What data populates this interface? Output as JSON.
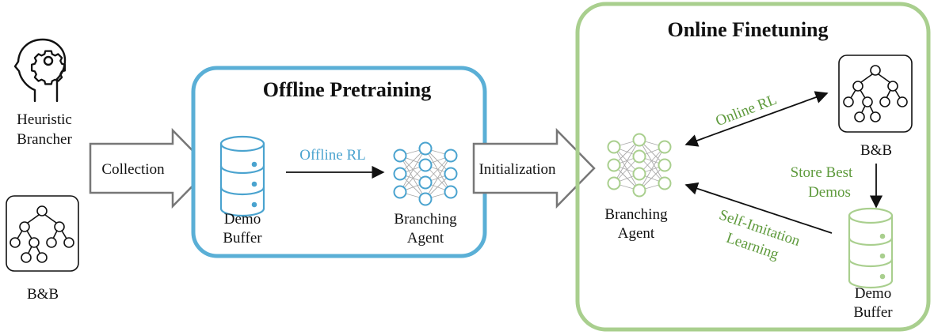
{
  "left": {
    "heuristic_line1": "Heuristic",
    "heuristic_line2": "Brancher",
    "bb_label": "B&B",
    "collection_label": "Collection"
  },
  "offline": {
    "title": "Offline Pretraining",
    "demo_line1": "Demo",
    "demo_line2": "Buffer",
    "rl_label": "Offline RL",
    "agent_line1": "Branching",
    "agent_line2": "Agent"
  },
  "initialization_label": "Initialization",
  "online": {
    "title": "Online Finetuning",
    "agent_line1": "Branching",
    "agent_line2": "Agent",
    "online_rl_label": "Online RL",
    "bb_label": "B&B",
    "store_line1": "Store Best",
    "store_line2": "Demos",
    "self_line1": "Self-Imitation",
    "self_line2": "Learning",
    "demo_line1": "Demo",
    "demo_line2": "Buffer"
  },
  "colors": {
    "offline_border": "#5aafd6",
    "online_border": "#a9cf8e",
    "blue_text": "#4aa3cf",
    "green_text": "#5e9a3c",
    "arrow_gray": "#777777"
  },
  "icons": [
    "head-gear-icon",
    "tree-icon",
    "database-icon",
    "neural-network-icon"
  ]
}
